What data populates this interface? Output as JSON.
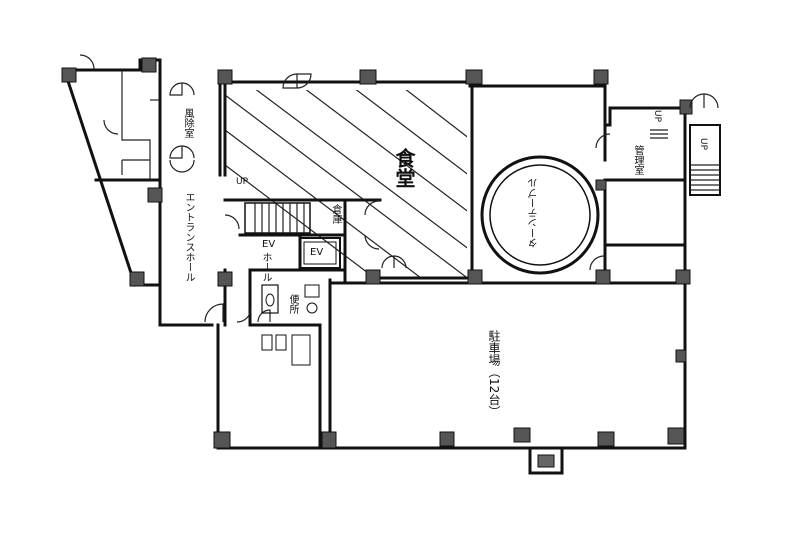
{
  "plan": {
    "rooms": {
      "dining": "食堂",
      "turntable": "ターンテーブル",
      "parking": "駐車場（12台）",
      "entrance_hall": "エントランスホール",
      "ev_hall_ev": "EV",
      "ev_hall_label": "ホール",
      "elevator": "EV",
      "wind_room": "風除室",
      "manager_room": "管理室",
      "warehouse": "倉庫",
      "toilet": "便所"
    },
    "stairs": {
      "up_left": "UP",
      "up_right": "UP",
      "up_top": "UP"
    }
  }
}
